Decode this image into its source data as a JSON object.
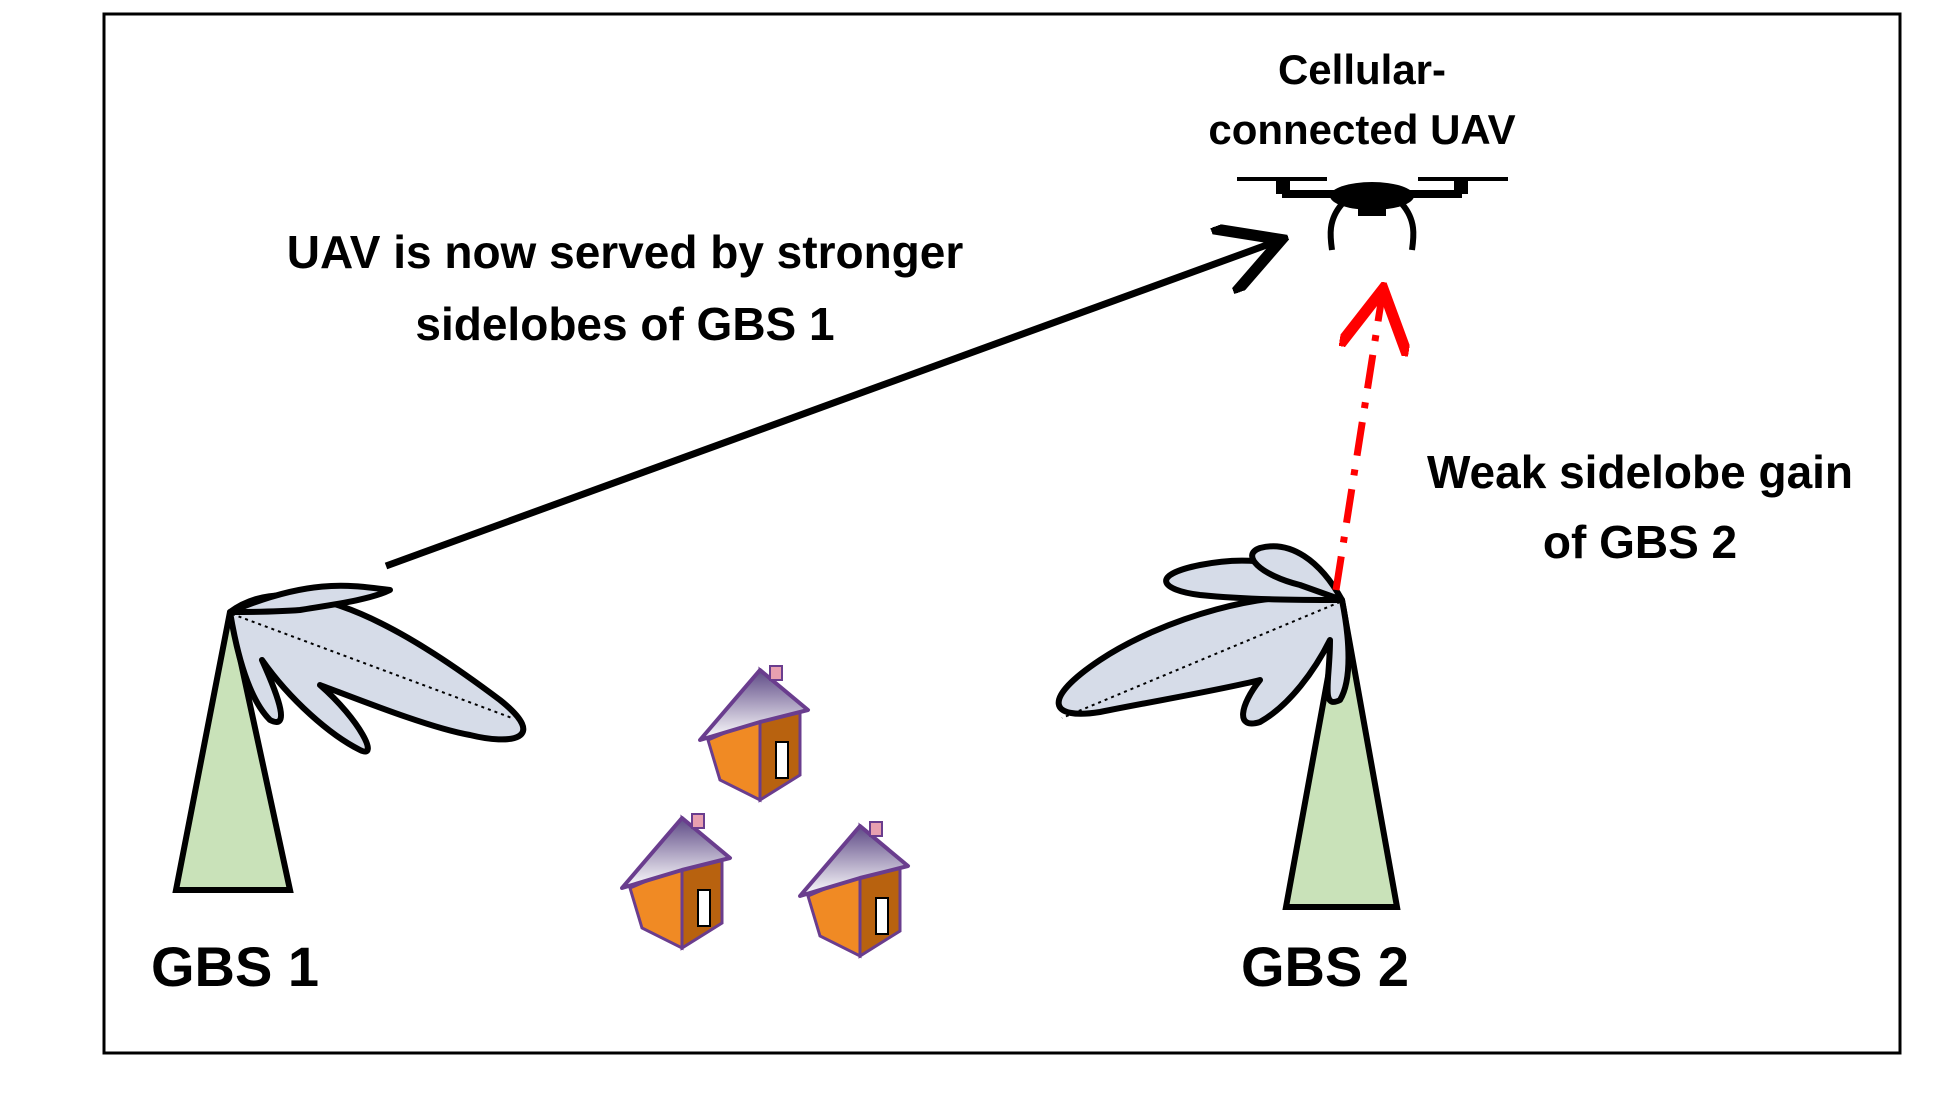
{
  "labels": {
    "uav_line1": "Cellular-",
    "uav_line2": "connected UAV",
    "served_line1": "UAV is now served by stronger",
    "served_line2": "sidelobes of GBS 1",
    "weak_line1": "Weak sidelobe gain",
    "weak_line2": "of GBS 2",
    "gbs1": "GBS 1",
    "gbs2": "GBS 2"
  },
  "colors": {
    "border": "#000000",
    "tower_fill": "#c9e2b9",
    "beam_fill": "#d6dce8",
    "beam_stroke": "#000000",
    "strong_link": "#000000",
    "weak_link": "#ff0000",
    "roof_top": "#5e4a86",
    "roof_bottom": "#ffffff",
    "wall_front": "#f08a24",
    "wall_side": "#b8620f",
    "house_outline": "#6a3d8e",
    "chimney": "#e8a0b0",
    "drone": "#000000"
  },
  "icons": {
    "uav": "drone-icon",
    "tower": "base-station-tower-icon",
    "house": "house-icon"
  }
}
